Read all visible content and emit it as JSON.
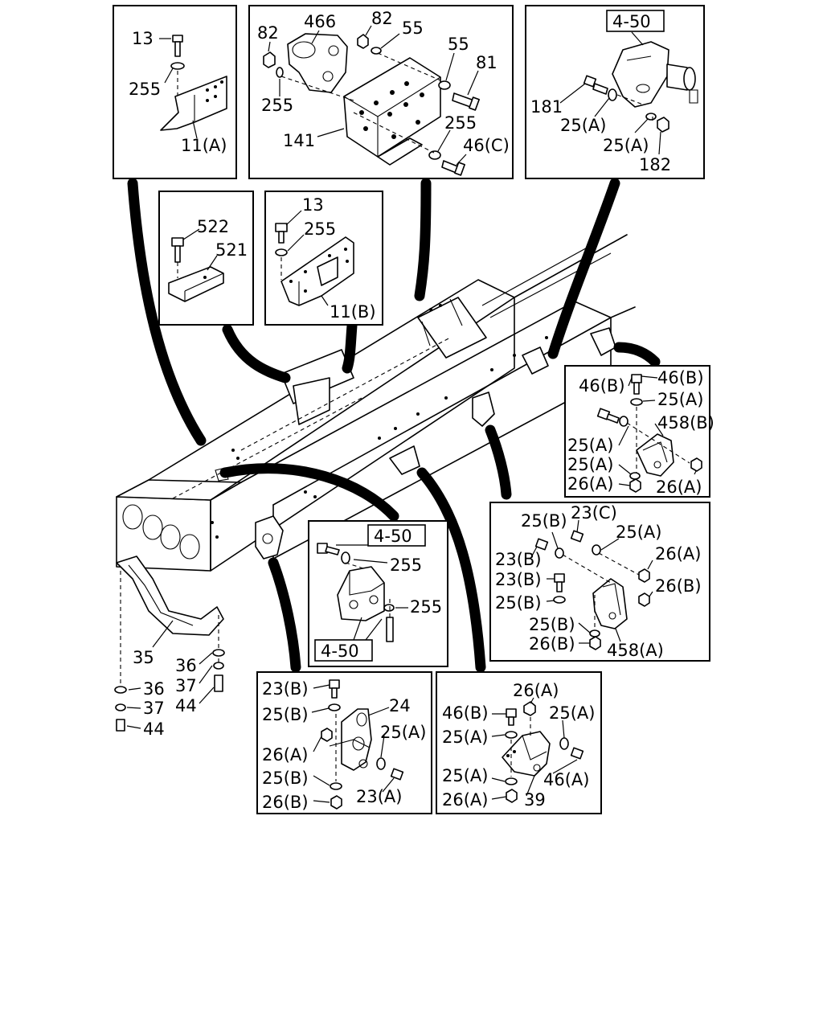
{
  "labels": {
    "p1": {
      "l13": "13",
      "l255": "255",
      "l11a": "11(A)"
    },
    "p2": {
      "l82a": "82",
      "l466": "466",
      "l82b": "82",
      "l55a": "55",
      "l55b": "55",
      "l81": "81",
      "l255a": "255",
      "l141": "141",
      "l255b": "255",
      "l46c": "46(C)"
    },
    "p3": {
      "ref": "4-50",
      "l181": "181",
      "l25a1": "25(A)",
      "l25a2": "25(A)",
      "l182": "182"
    },
    "p4": {
      "l522": "522",
      "l521": "521"
    },
    "p5": {
      "l13": "13",
      "l255": "255",
      "l11b": "11(B)"
    },
    "p6": {
      "l46b1": "46(B)",
      "l46b2": "46(B)",
      "l25a1": "25(A)",
      "l458b": "458(B)",
      "l25a2": "25(A)",
      "l25a3": "25(A)",
      "l26a1": "26(A)",
      "l26a2": "26(A)"
    },
    "p7": {
      "l25b1": "25(B)",
      "l23c": "23(C)",
      "l25a": "25(A)",
      "l26a": "26(A)",
      "l23b1": "23(B)",
      "l23b2": "23(B)",
      "l26b1": "26(B)",
      "l25b2": "25(B)",
      "l25b3": "25(B)",
      "l26b2": "26(B)",
      "l458a": "458(A)"
    },
    "p8": {
      "ref1": "4-50",
      "l255a": "255",
      "l255b": "255",
      "ref2": "4-50"
    },
    "p9": {
      "l23b": "23(B)",
      "l24": "24",
      "l25b1": "25(B)",
      "l25a": "25(A)",
      "l26a": "26(A)",
      "l25b2": "25(B)",
      "l23a": "23(A)",
      "l26b": "26(B)"
    },
    "p10": {
      "l26a1": "26(A)",
      "l46b": "46(B)",
      "l25a1": "25(A)",
      "l25a2": "25(A)",
      "l25a3": "25(A)",
      "l46a": "46(A)",
      "l26a2": "26(A)",
      "l39": "39"
    },
    "main": {
      "l35": "35",
      "l36a": "36",
      "l37a": "37",
      "l44a": "44",
      "l36b": "36",
      "l37b": "37",
      "l44b": "44"
    }
  }
}
